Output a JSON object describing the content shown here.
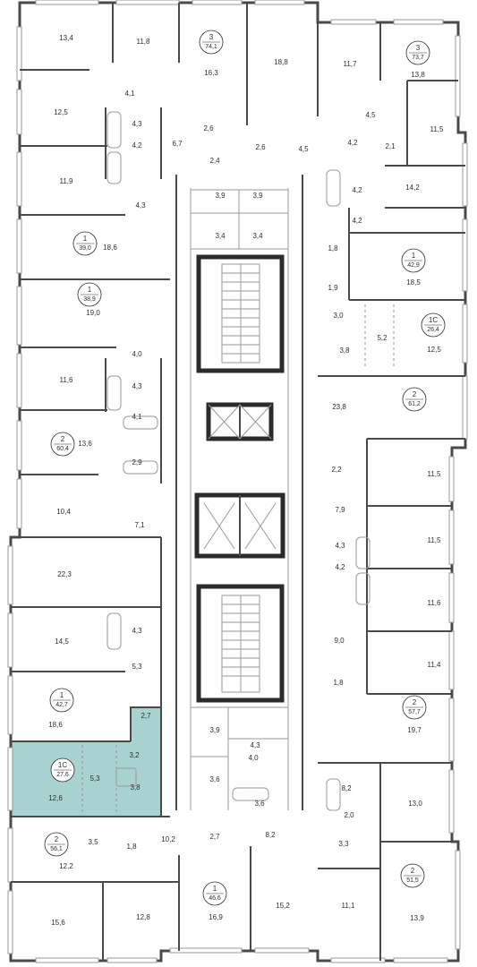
{
  "accent_color": "#a7d2d0",
  "areas": [
    "13,4",
    "11,8",
    "16,3",
    "18,8",
    "11,7",
    "13,8",
    "4,1",
    "12,5",
    "4,3",
    "4,2",
    "6,7",
    "2,6",
    "2,4",
    "2,6",
    "4,5",
    "4,5",
    "4,2",
    "2,1",
    "11,5",
    "11,9",
    "4,3",
    "4,2",
    "14,2",
    "3,9",
    "3,9",
    "4,2",
    "18,6",
    "3,4",
    "3,4",
    "1,8",
    "18,5",
    "1,9",
    "19,0",
    "3,0",
    "5,2",
    "12,5",
    "3,8",
    "4,0",
    "11,6",
    "4,3",
    "23,8",
    "4,1",
    "13,6",
    "2,2",
    "2,9",
    "11,5",
    "10,4",
    "7,9",
    "7,1",
    "11,5",
    "4,3",
    "22,3",
    "4,2",
    "11,6",
    "14,5",
    "4,3",
    "9,0",
    "5,3",
    "11,4",
    "1,8",
    "18,6",
    "2,7",
    "19,7",
    "3,9",
    "4,3",
    "3,2",
    "4,0",
    "5,3",
    "3,8",
    "3,6",
    "12,6",
    "3,6",
    "8,2",
    "2,0",
    "13,0",
    "3,5",
    "1,8",
    "10,2",
    "2,7",
    "8,2",
    "3,3",
    "12,2",
    "15,6",
    "12,8",
    "16,9",
    "15,2",
    "11,1",
    "13,9"
  ],
  "apartments": [
    {
      "rooms": "3",
      "total": "74,1"
    },
    {
      "rooms": "3",
      "total": "73,7"
    },
    {
      "rooms": "1",
      "total": "39,0"
    },
    {
      "rooms": "1",
      "total": "42,9"
    },
    {
      "rooms": "1",
      "total": "38,9"
    },
    {
      "rooms": "1С",
      "total": "26,4"
    },
    {
      "rooms": "2",
      "total": "61,2"
    },
    {
      "rooms": "2",
      "total": "60,4"
    },
    {
      "rooms": "1",
      "total": "42,7"
    },
    {
      "rooms": "2",
      "total": "57,7"
    },
    {
      "rooms": "1С",
      "total": "27,6"
    },
    {
      "rooms": "2",
      "total": "56,1"
    },
    {
      "rooms": "2",
      "total": "51,5"
    },
    {
      "rooms": "1",
      "total": "46,6"
    }
  ]
}
